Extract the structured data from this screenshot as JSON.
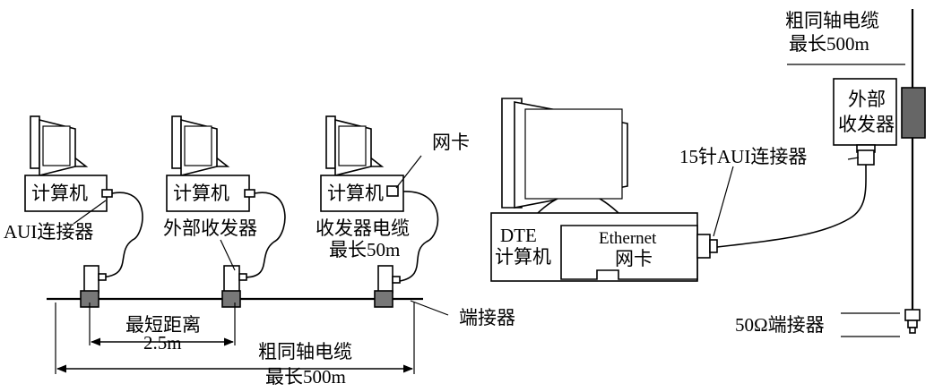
{
  "left_panel": {
    "computers": [
      {
        "label": "计算机"
      },
      {
        "label": "计算机"
      },
      {
        "label": "计算机"
      }
    ],
    "aui_connector_label": "AUI连接器",
    "external_transceiver_label": "外部收发器",
    "transceiver_cable_label": [
      "收发器电缆",
      "最长50m"
    ],
    "nic_label": "网卡",
    "terminator_label": "端接器",
    "min_distance_label": [
      "最短距离",
      "2.5m"
    ],
    "coax_label": [
      "粗同轴电缆",
      "最长500m"
    ]
  },
  "right_panel": {
    "coax_label": [
      "粗同轴电缆",
      "最长500m"
    ],
    "external_transceiver_label": [
      "外部",
      "收发器"
    ],
    "aui15_label": "15针AUI连接器",
    "dte_label": [
      "DTE",
      "计算机"
    ],
    "ethernet_card_label": [
      "Ethernet",
      "网卡"
    ],
    "terminator_label": "50Ω端接器"
  }
}
